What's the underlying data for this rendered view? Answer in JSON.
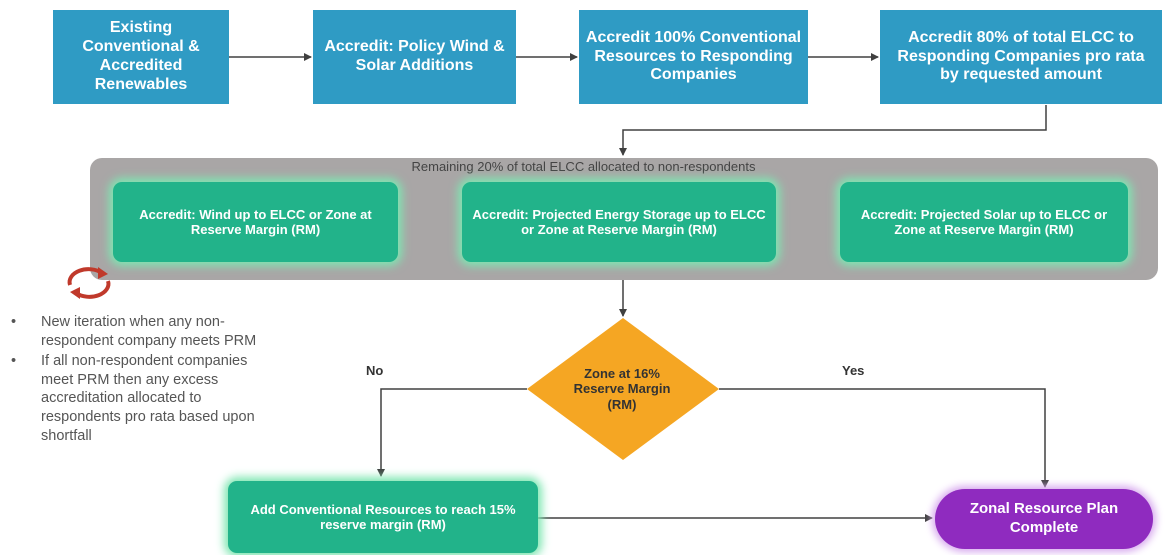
{
  "top_row": {
    "existing": "Existing Conventional & Accredited Renewables",
    "policy": "Accredit: Policy Wind & Solar Additions",
    "conventional": "Accredit 100% Conventional Resources to Responding Companies",
    "elcc": "Accredit 80% of total ELCC to Responding Companies pro rata by requested amount"
  },
  "band": {
    "label": "Remaining 20% of total ELCC allocated to non-respondents",
    "wind": "Accredit: Wind up to ELCC or Zone at Reserve Margin (RM)",
    "storage": "Accredit: Projected Energy Storage up to ELCC or Zone at Reserve Margin (RM)",
    "solar": "Accredit: Projected Solar up to ELCC or Zone at Reserve Margin (RM)"
  },
  "decision": {
    "text": "Zone at 16% Reserve Margin (RM)",
    "no_label": "No",
    "yes_label": "Yes"
  },
  "add_conventional": "Add Conventional Resources to reach 15% reserve margin (RM)",
  "complete": "Zonal Resource Plan Complete",
  "notes": [
    {
      "bullet": "•",
      "text": "New iteration when any non-respondent company meets PRM"
    },
    {
      "bullet": "•",
      "text": "If all non-respondent companies meet PRM then any excess accreditation allocated to respondents pro rata based upon shortfall"
    }
  ],
  "colors": {
    "blue_box": "#2f9bc4",
    "green_box": "#22b38a",
    "band": "#a9a6a6",
    "decision": "#f5a623",
    "complete": "#8f2bbf",
    "cycle_icon": "#c0392b"
  },
  "icons": {
    "cycle": "refresh-cycle-icon"
  }
}
